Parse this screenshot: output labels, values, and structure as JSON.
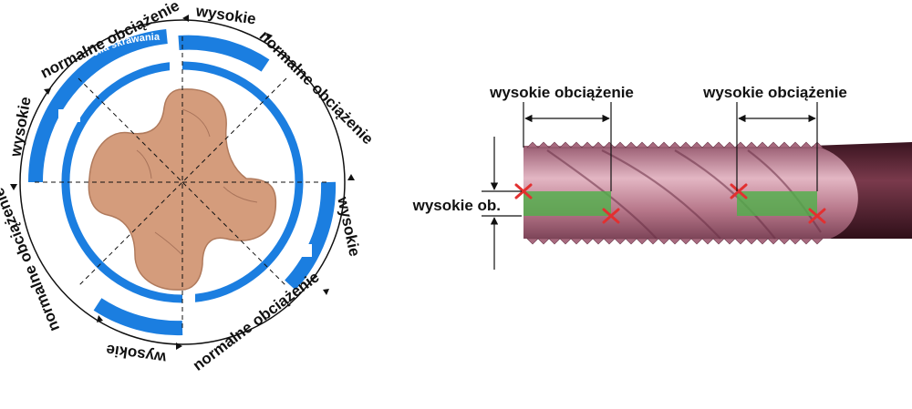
{
  "cross_section": {
    "band_label": "siła skrawania",
    "ring_labels": [
      "wysokie",
      "normalne obciążenie",
      "wysokie",
      "normalne obciążenie",
      "wysokie",
      "normalne obciążenie",
      "wysokie",
      "normalne obciążenie"
    ],
    "colors": {
      "band": "#1b7ee0",
      "core": "#d49c7c",
      "core_edge": "#b07a5c"
    }
  },
  "tap": {
    "label_left": "wysokie obciążenie",
    "label_right": "wysokie obciążenie",
    "label_side": "wysokie ob.",
    "colors": {
      "body": "#c58da0",
      "shank": "#5a2434",
      "zone": "#4fb04a",
      "marker": "#e23030"
    }
  }
}
